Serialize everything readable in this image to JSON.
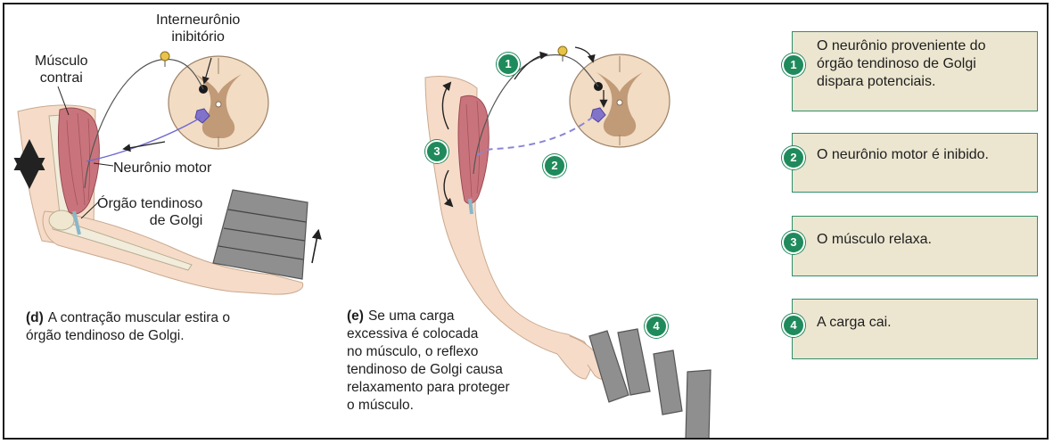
{
  "panel_d": {
    "labels": {
      "interneuron": "Interneurônio\ninibitório",
      "muscle": "Músculo\ncontrai",
      "motor_neuron": "Neurônio motor",
      "golgi_organ": "Órgão tendinoso\nde Golgi"
    },
    "caption_letter": "(d)",
    "caption_text": "A contração muscular estira o\nórgão tendinoso de Golgi."
  },
  "panel_e": {
    "markers": [
      "1",
      "2",
      "3",
      "4"
    ],
    "caption_letter": "(e)",
    "caption_text": "Se uma carga\nexcessiva é colocada\nno músculo, o reflexo\ntendinoso de Golgi causa\nrelaxamento para proteger\no músculo."
  },
  "steps": [
    {
      "number": "1",
      "text": "O neurônio proveniente do\nórgão tendinoso de Golgi\ndispara potenciais."
    },
    {
      "number": "2",
      "text": "O neurônio motor é inibido."
    },
    {
      "number": "3",
      "text": "O músculo relaxa."
    },
    {
      "number": "4",
      "text": "A carga cai."
    }
  ],
  "colors": {
    "step_box_fill": "#ece6d0",
    "step_box_border": "#2f8f6a",
    "badge": "#1f8a5b",
    "muscle": "#c9747c",
    "skin": "#f6dcc8",
    "spinal_cord": "#f2dcc4",
    "weight": "#8f8f8f"
  }
}
